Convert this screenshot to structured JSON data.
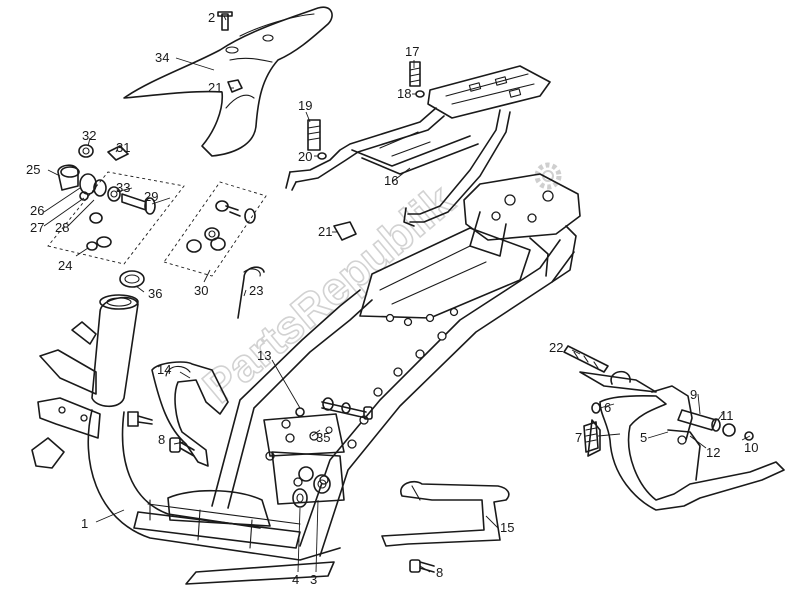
{
  "watermark": "PartsRepublik",
  "callouts": {
    "c1": "1",
    "c2": "2",
    "c3": "3",
    "c4": "4",
    "c5": "5",
    "c6": "6",
    "c7": "7",
    "c8a": "8",
    "c8b": "8",
    "c9": "9",
    "c10": "10",
    "c11": "11",
    "c12": "12",
    "c13": "13",
    "c14": "14",
    "c15": "15",
    "c16": "16",
    "c17": "17",
    "c18": "18",
    "c19": "19",
    "c20": "20",
    "c21a": "21",
    "c21b": "21",
    "c22": "22",
    "c23": "23",
    "c24": "24",
    "c25": "25",
    "c26": "26",
    "c27": "27",
    "c28": "28",
    "c29": "29",
    "c30": "30",
    "c31": "31",
    "c32": "32",
    "c33": "33",
    "c34": "34",
    "c35": "35",
    "c36": "36"
  },
  "icons": {
    "gear": "gear-icon"
  }
}
